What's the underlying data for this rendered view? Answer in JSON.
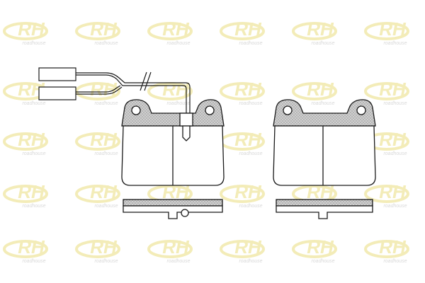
{
  "watermark": {
    "logo_text": "RH",
    "brand_text": "roadhouse",
    "logo_color": "#f3ecb8",
    "text_color": "#d9d9d9"
  },
  "drawing": {
    "line_color": "#1a1a1a",
    "hatch_color": "#9a9a9a",
    "pads": [
      {
        "name": "brake-pad-with-wear-sensor",
        "has_sensor": true,
        "has_mount_hole": true
      },
      {
        "name": "brake-pad-plain",
        "has_sensor": false,
        "has_mount_hole": false
      }
    ]
  }
}
